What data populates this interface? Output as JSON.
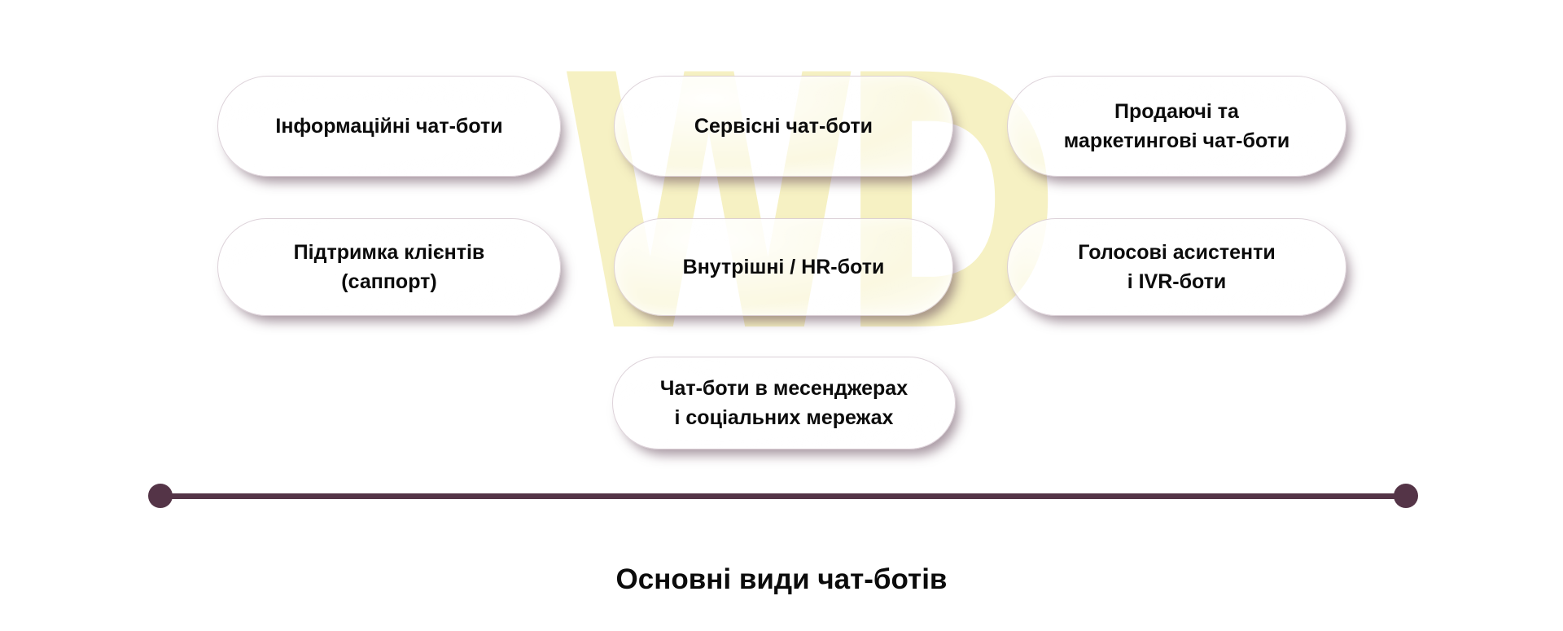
{
  "title": "Основні види чат-ботів",
  "watermark_text": "WD",
  "colors": {
    "background": "#ffffff",
    "divider": "#543447",
    "watermark": "#f6f1c3",
    "box_border": "#cbbac4",
    "box_shadow": "rgba(84,52,71,0.5)",
    "text": "#0b0b0b"
  },
  "boxes": [
    {
      "label": "Інформаційні чат-боти"
    },
    {
      "label": "Сервісні чат-боти"
    },
    {
      "label": "Продаючі та\nмаркетингові чат-боти"
    },
    {
      "label": "Підтримка клієнтів\n(саппорт)"
    },
    {
      "label": "Внутрішні / HR-боти"
    },
    {
      "label": "Голосові асистенти\nі IVR-боти"
    },
    {
      "label": "Чат-боти в месенджерах\nі соціальних мережах"
    }
  ]
}
